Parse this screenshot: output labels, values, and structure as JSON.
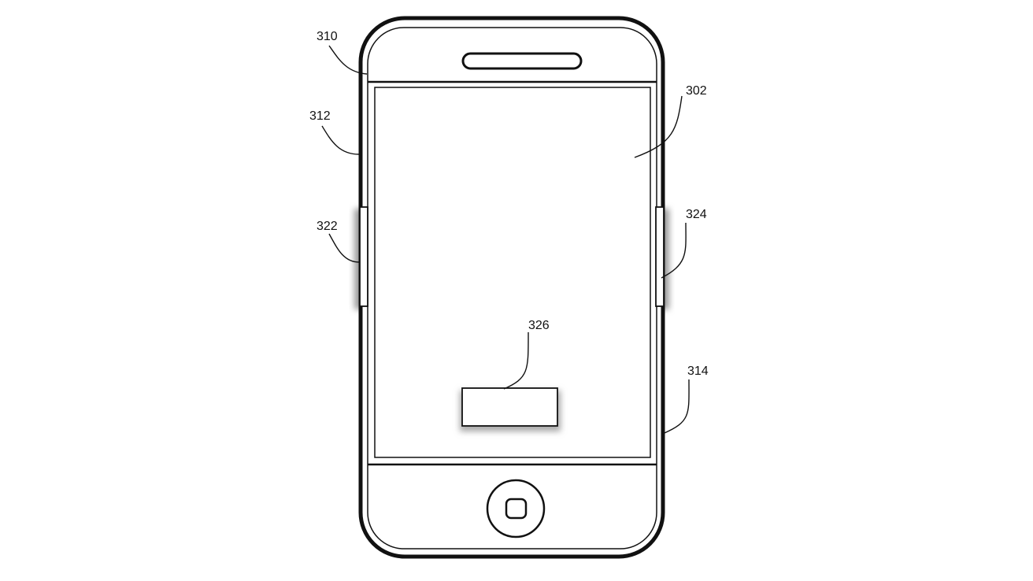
{
  "figure": {
    "reference_labels": {
      "r302": "302",
      "r310": "310",
      "r312": "312",
      "r314": "314",
      "r322": "322",
      "r324": "324",
      "r326": "326"
    },
    "colors": {
      "line": "#111111",
      "background": "#ffffff",
      "shadow": "#9a9a9a"
    }
  }
}
